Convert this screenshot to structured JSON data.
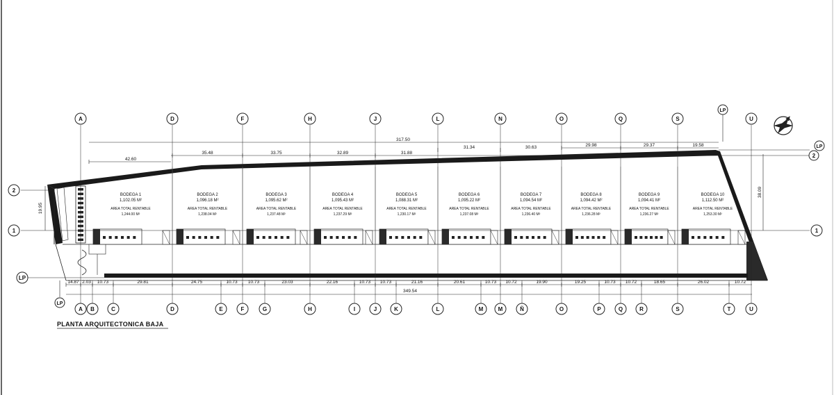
{
  "plan": {
    "title": "PLANTA ARQUITECTONICA BAJA",
    "area_label": "AREA TOTAL RENTABLE",
    "bodegas": [
      {
        "name": "BODEGA 1",
        "area": "1,102.05 M²",
        "rentable": "1,244.00 M²"
      },
      {
        "name": "BODEGA 2",
        "area": "1,096.18 M²",
        "rentable": "1,238.04 M²"
      },
      {
        "name": "BODEGA 3",
        "area": "1,095.62 M²",
        "rentable": "1,237.48 M²"
      },
      {
        "name": "BODEGA 4",
        "area": "1,095.43 M²",
        "rentable": "1,237.29 M²"
      },
      {
        "name": "BODEGA 5",
        "area": "1,088.31 M²",
        "rentable": "1,230.17 M²"
      },
      {
        "name": "BODEGA 6",
        "area": "1,095.22 M²",
        "rentable": "1,237.08 M²"
      },
      {
        "name": "BODEGA 7",
        "area": "1,094.54 M²",
        "rentable": "1,236.40 M²"
      },
      {
        "name": "BODEGA 8",
        "area": "1,094.42 M²",
        "rentable": "1,236.28 M²"
      },
      {
        "name": "BODEGA 9",
        "area": "1,094.41 M²",
        "rentable": "1,236.27 M²"
      },
      {
        "name": "BODEGA 10",
        "area": "1,112.50 M²",
        "rentable": "1,253.30 M²"
      }
    ],
    "top_axes": [
      "A",
      "D",
      "F",
      "H",
      "J",
      "L",
      "N",
      "O",
      "Q",
      "S",
      "U"
    ],
    "bottom_axes": [
      "A",
      "B",
      "C",
      "D",
      "E",
      "F",
      "G",
      "H",
      "I",
      "J",
      "K",
      "L",
      "M",
      "M",
      "Ñ",
      "O",
      "P",
      "Q",
      "R",
      "S",
      "T",
      "U"
    ],
    "row_axes": {
      "row2": "2",
      "row1": "1",
      "lp": "LP"
    },
    "overall_top": "317.50",
    "overall_bottom": "349.54",
    "side_dim_left": "19.95",
    "side_dim_right": "38.09",
    "top_dims": [
      "42.60",
      "35.48",
      "33.75",
      "32.89",
      "31.88",
      "31.34",
      "30.63",
      "29.98",
      "29.37",
      "19.58"
    ],
    "bottom_dims": [
      "14.87",
      "2.03",
      "10.73",
      "29.81",
      "24.75",
      "10.73",
      "10.73",
      "23.03",
      "22.16",
      "10.73",
      "10.73",
      "21.16",
      "20.61",
      "10.73",
      "10.72",
      "19.90",
      "19.25",
      "10.73",
      "10.72",
      "18.65",
      "26.02",
      "10.72"
    ]
  }
}
